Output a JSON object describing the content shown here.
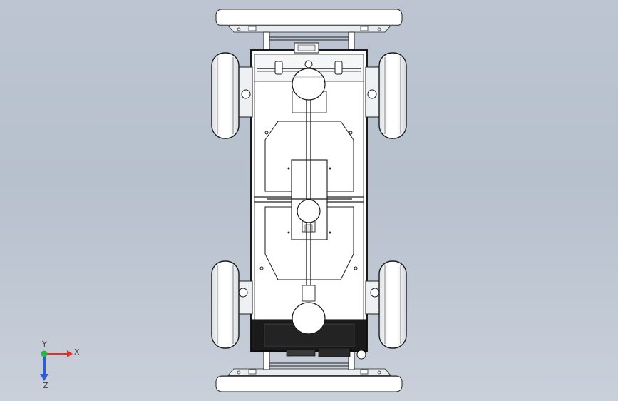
{
  "app": {
    "kind": "cad-graphics-view"
  },
  "orientation_triad": {
    "x_label": "X",
    "y_label": "Y",
    "z_label": "Z",
    "x_color": "#e0302c",
    "y_color": "#29b24a",
    "z_color": "#2e5bd9"
  },
  "colors": {
    "background_top": "#bcc5d1",
    "background_bottom": "#c9d0da",
    "part_fill": "#ffffff",
    "part_shade": "#eceff3",
    "edge": "#1c1c1c",
    "battery": "#1a1a1a"
  },
  "model": {
    "name": "chassis-top-view"
  }
}
